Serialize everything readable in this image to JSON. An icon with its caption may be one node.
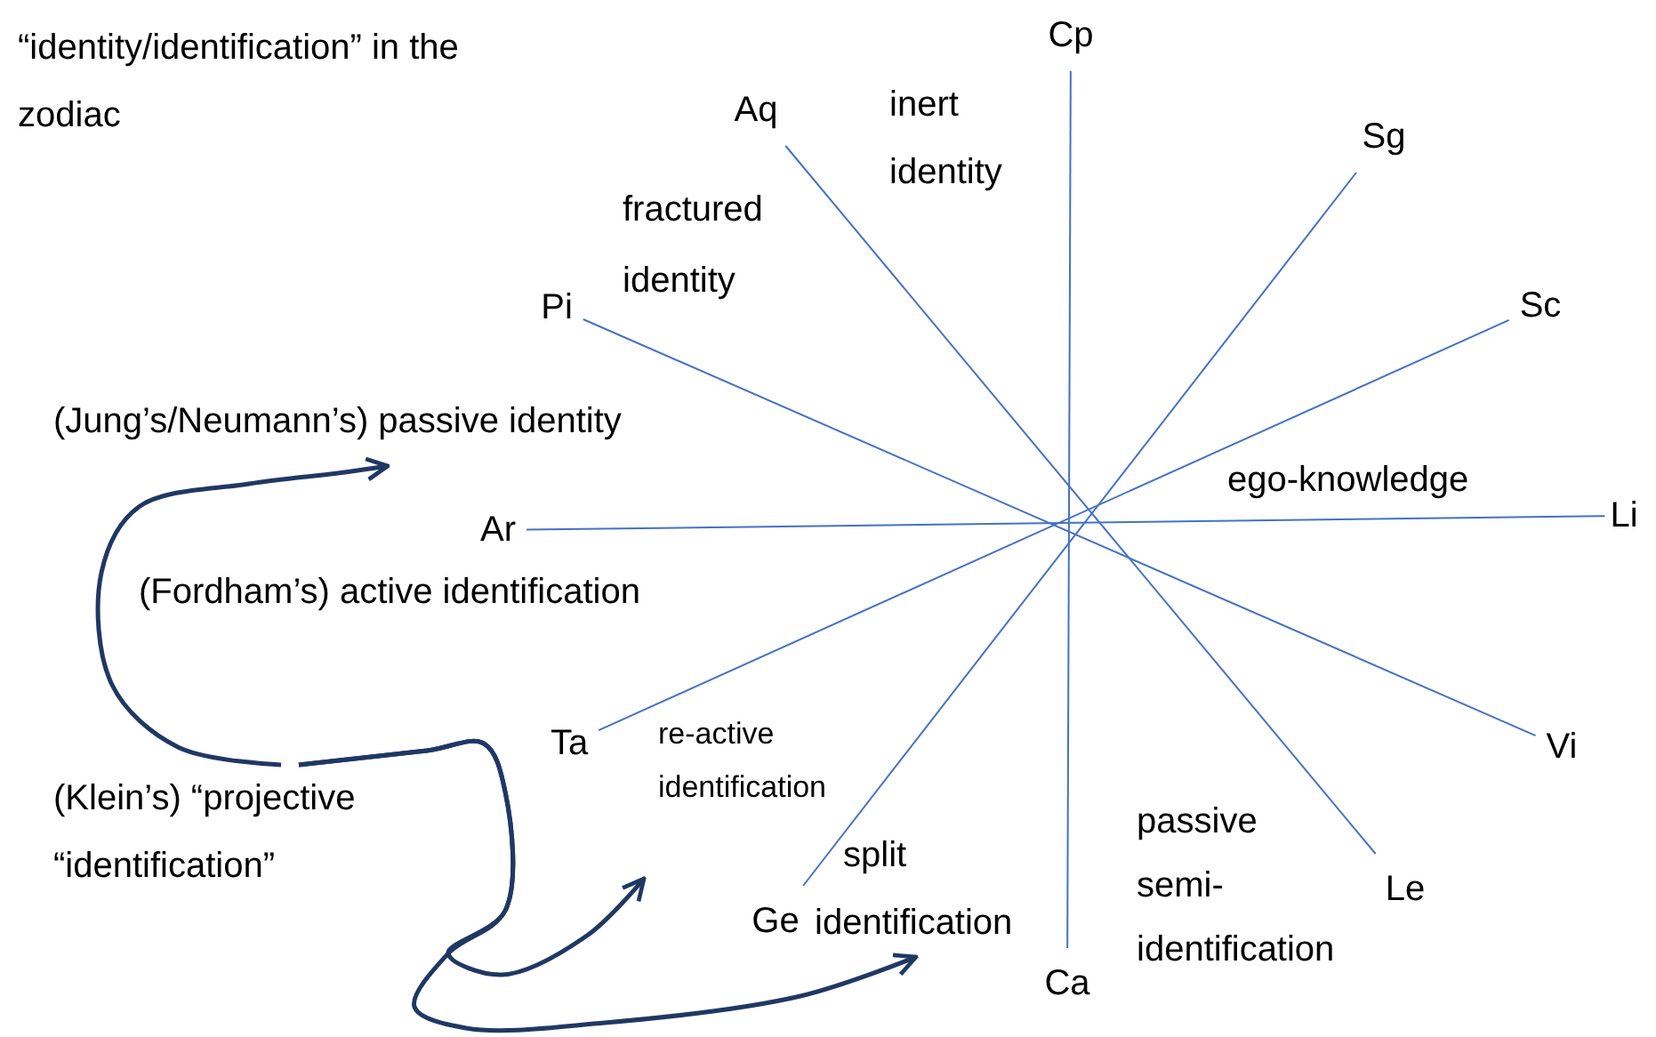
{
  "diagram": {
    "title": "“identity/identification” in the zodiac",
    "nodes": [
      {
        "text": [
          "Cp"
        ]
      },
      {
        "text": [
          "Aq"
        ]
      },
      {
        "text": [
          "Sg"
        ]
      },
      {
        "text": [
          "Pi"
        ]
      },
      {
        "text": [
          "Sc"
        ]
      },
      {
        "text": [
          "(Jung’s/Neumann’s) passive identity"
        ]
      },
      {
        "text": [
          "Ar"
        ]
      },
      {
        "text": [
          "Li"
        ]
      },
      {
        "text": [
          "(Klein’s) “projective “identification”"
        ]
      },
      {
        "text": [
          "Ta"
        ]
      },
      {
        "text": [
          "Vi"
        ]
      },
      {
        "text": [
          "split identification"
        ]
      },
      {
        "text": [
          "Ge"
        ]
      },
      {
        "text": [
          "Le"
        ]
      },
      {
        "text": [
          "Ca"
        ]
      }
    ],
    "edges": [
      {
        "from": 0,
        "to": 14,
        "arrow": "none"
      },
      {
        "from": 1,
        "to": 13,
        "arrow": "none"
      },
      {
        "from": 2,
        "to": 12,
        "arrow": "none"
      },
      {
        "from": 3,
        "to": 10,
        "arrow": "none"
      },
      {
        "from": 4,
        "to": 9,
        "arrow": "none"
      },
      {
        "from": 6,
        "to": 7,
        "arrow": "none"
      },
      {
        "from": 8,
        "to": 5,
        "arrow": "to",
        "style": "thick",
        "color": "#1f3864"
      },
      {
        "from": 8,
        "to": null,
        "arrow": "to",
        "style": "thick",
        "color": "#1f3864"
      },
      {
        "from": 8,
        "to": 11,
        "arrow": "to",
        "style": "thick",
        "color": "#1f3864"
      }
    ],
    "labels": [
      "inert identity",
      "fractured identity",
      "ego-knowledge",
      "(Fordham’s) active identification",
      "re-active identification",
      "passive semi-identification"
    ]
  }
}
